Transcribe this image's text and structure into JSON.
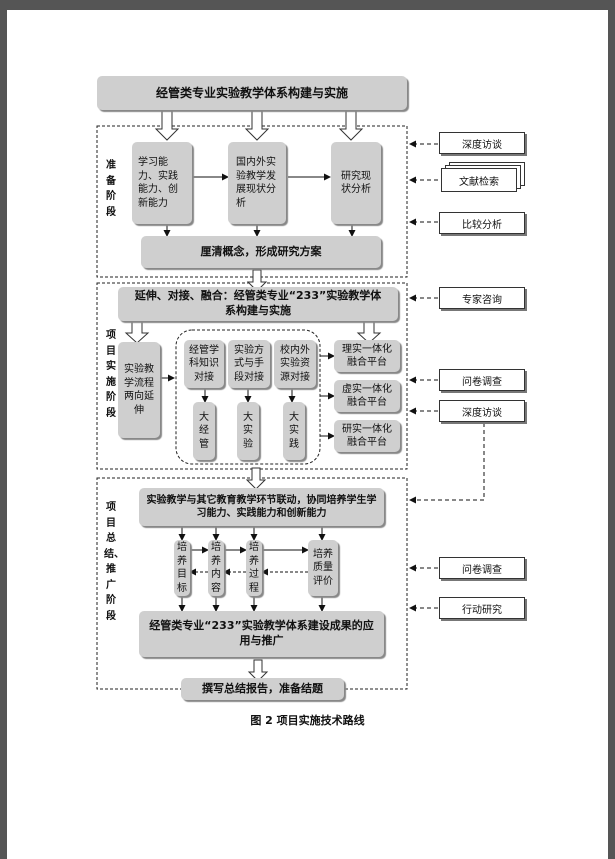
{
  "title": "经管类专业实验教学体系构建与实施",
  "stage1": {
    "label": "准备阶段",
    "boxes": [
      "学习能力、实践能力、创新能力",
      "国内外实验教学发展现状分析",
      "研究现状分析"
    ],
    "bottom": "厘清概念，形成研究方案"
  },
  "stage2": {
    "label": "项目实施阶段",
    "top": "延伸、对接、融合：经管类专业“233”实验教学体系构建与实施",
    "left": "实验教学流程两向延伸",
    "mid": [
      "经管学科知识对接",
      "实验方式与手段对接",
      "校内外实验资源对接"
    ],
    "mid_bottom": [
      "大经管",
      "大实验",
      "大实践"
    ],
    "right": [
      "理实一体化融合平台",
      "虚实一体化融合平台",
      "研实一体化融合平台"
    ]
  },
  "stage3": {
    "label": "项目总结、推广阶段",
    "top": "实验教学与其它教育教学环节联动，协同培养学生学习能力、实践能力和创新能力",
    "cols": [
      "培养目标",
      "培养内容",
      "培养过程",
      "培养质量评价"
    ],
    "bottom": "经管类专业“233”实验教学体系建设成果的应用与推广"
  },
  "final": "撰写总结报告，准备结题",
  "methods": [
    "深度访谈",
    "文献检索",
    "比较分析",
    "专家咨询",
    "问卷调查",
    "深度访谈",
    "问卷调查",
    "行动研究"
  ],
  "caption": "图 2    项目实施技术路线"
}
